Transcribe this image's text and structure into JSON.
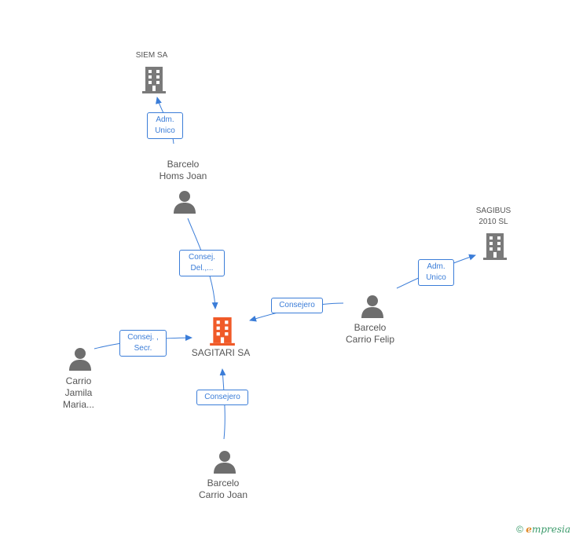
{
  "nodes": {
    "siem": {
      "label": "SIEM SA",
      "type": "company"
    },
    "sagibus": {
      "label": "SAGIBUS\n2010 SL",
      "type": "company"
    },
    "sagitari": {
      "label": "SAGITARI SA",
      "type": "company-focus"
    },
    "barcelo_homs": {
      "label": "Barcelo\nHoms Joan",
      "type": "person"
    },
    "barcelo_felip": {
      "label": "Barcelo\nCarrio Felip",
      "type": "person"
    },
    "carrio_jamila": {
      "label": "Carrio\nJamila\nMaria...",
      "type": "person"
    },
    "barcelo_joan": {
      "label": "Barcelo\nCarrio Joan",
      "type": "person"
    }
  },
  "edges": {
    "e1": {
      "label": "Adm.\nUnico"
    },
    "e2": {
      "label": "Consej.\nDel.,..."
    },
    "e3": {
      "label": "Adm.\nUnico"
    },
    "e4": {
      "label": "Consejero"
    },
    "e5": {
      "label": "Consej. ,\nSecr."
    },
    "e6": {
      "label": "Consejero"
    }
  },
  "colors": {
    "edge": "#3b7dd8",
    "company": "#7a7a7a",
    "focus": "#f05a28",
    "person": "#6e6e6e"
  },
  "footer": {
    "copyright": "©",
    "brand_initial": "e",
    "brand_rest": "mpresia"
  }
}
